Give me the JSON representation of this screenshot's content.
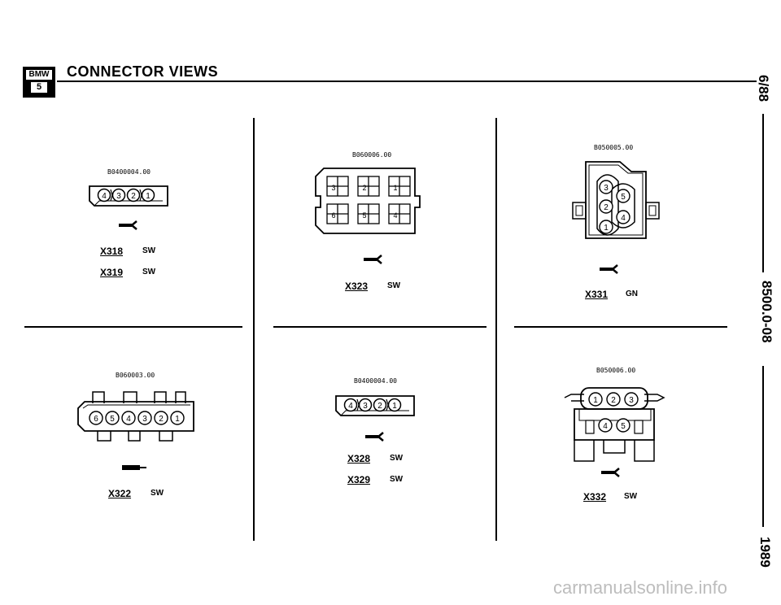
{
  "header": {
    "logo_top": "BMW",
    "logo_bottom": "5",
    "title": "CONNECTOR VIEWS"
  },
  "side": {
    "date": "6/88",
    "doc_number": "8500.0-08",
    "year": "1989"
  },
  "connectors": [
    {
      "part_number": "B0400004.00",
      "pins": [
        "4",
        "3",
        "2",
        "1"
      ],
      "entries": [
        {
          "code": "X318",
          "color": "SW"
        },
        {
          "code": "X319",
          "color": "SW"
        }
      ]
    },
    {
      "part_number": "B060006.00",
      "pins": [
        "3",
        "2",
        "1",
        "6",
        "5",
        "4"
      ],
      "entries": [
        {
          "code": "X323",
          "color": "SW"
        }
      ]
    },
    {
      "part_number": "B050005.00",
      "pins": [
        "3",
        "5",
        "2",
        "4",
        "1"
      ],
      "entries": [
        {
          "code": "X331",
          "color": "GN"
        }
      ]
    },
    {
      "part_number": "B060003.00",
      "pins": [
        "6",
        "5",
        "4",
        "3",
        "2",
        "1"
      ],
      "entries": [
        {
          "code": "X322",
          "color": "SW"
        }
      ]
    },
    {
      "part_number": "B0400004.00",
      "pins": [
        "4",
        "3",
        "2",
        "1"
      ],
      "entries": [
        {
          "code": "X328",
          "color": "SW"
        },
        {
          "code": "X329",
          "color": "SW"
        }
      ]
    },
    {
      "part_number": "B050006.00",
      "pins": [
        "1",
        "2",
        "3",
        "4",
        "5"
      ],
      "entries": [
        {
          "code": "X332",
          "color": "SW"
        }
      ]
    }
  ],
  "watermark": "carmanualsonline.info"
}
